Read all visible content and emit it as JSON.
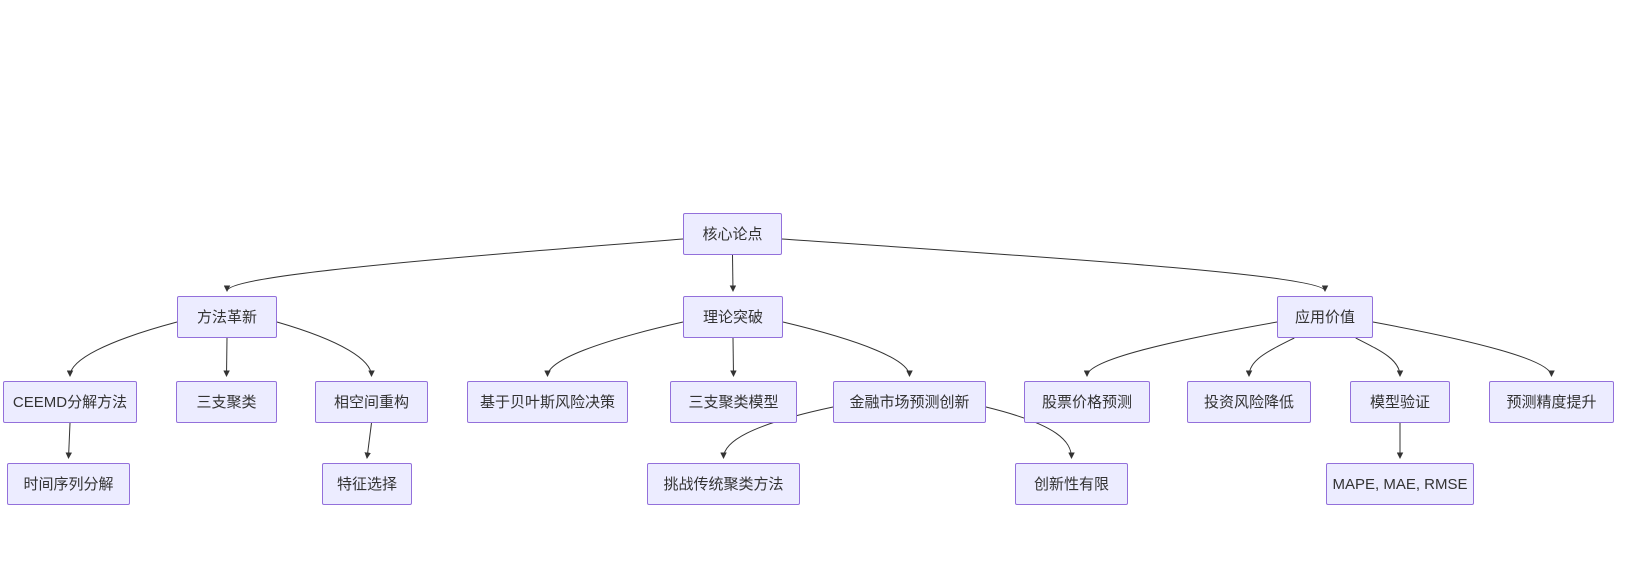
{
  "page": {
    "background": "#ffffff"
  },
  "diagram": {
    "type": "flowchart",
    "direction": "top-down",
    "colors": {
      "node_fill": "#ECECFF",
      "node_border": "#9370DB",
      "edge": "#333333",
      "text": "#333333"
    },
    "nodes": [
      {
        "id": "root",
        "label": "核心论点"
      },
      {
        "id": "method",
        "label": "方法革新"
      },
      {
        "id": "theory",
        "label": "理论突破"
      },
      {
        "id": "application",
        "label": "应用价值"
      },
      {
        "id": "ceemd",
        "label": "CEEMD分解方法"
      },
      {
        "id": "three_way",
        "label": "三支聚类"
      },
      {
        "id": "phase_space",
        "label": "相空间重构"
      },
      {
        "id": "bayes",
        "label": "基于贝叶斯风险决策"
      },
      {
        "id": "three_way_model",
        "label": "三支聚类模型"
      },
      {
        "id": "fin_innovation",
        "label": "金融市场预测创新"
      },
      {
        "id": "stock_pred",
        "label": "股票价格预测"
      },
      {
        "id": "risk_reduce",
        "label": "投资风险降低"
      },
      {
        "id": "model_valid",
        "label": "模型验证"
      },
      {
        "id": "accuracy",
        "label": "预测精度提升"
      },
      {
        "id": "ts_decomp",
        "label": "时间序列分解"
      },
      {
        "id": "feature_sel",
        "label": "特征选择"
      },
      {
        "id": "challenge",
        "label": "挑战传统聚类方法"
      },
      {
        "id": "limited_novelty",
        "label": "创新性有限"
      },
      {
        "id": "metrics",
        "label": "MAPE, MAE, RMSE"
      }
    ],
    "edges": [
      [
        "root",
        "method"
      ],
      [
        "root",
        "theory"
      ],
      [
        "root",
        "application"
      ],
      [
        "method",
        "ceemd"
      ],
      [
        "method",
        "three_way"
      ],
      [
        "method",
        "phase_space"
      ],
      [
        "theory",
        "bayes"
      ],
      [
        "theory",
        "three_way_model"
      ],
      [
        "theory",
        "fin_innovation"
      ],
      [
        "application",
        "stock_pred"
      ],
      [
        "application",
        "risk_reduce"
      ],
      [
        "application",
        "model_valid"
      ],
      [
        "application",
        "accuracy"
      ],
      [
        "ceemd",
        "ts_decomp"
      ],
      [
        "phase_space",
        "feature_sel"
      ],
      [
        "fin_innovation",
        "challenge"
      ],
      [
        "fin_innovation",
        "limited_novelty"
      ],
      [
        "model_valid",
        "metrics"
      ]
    ]
  }
}
